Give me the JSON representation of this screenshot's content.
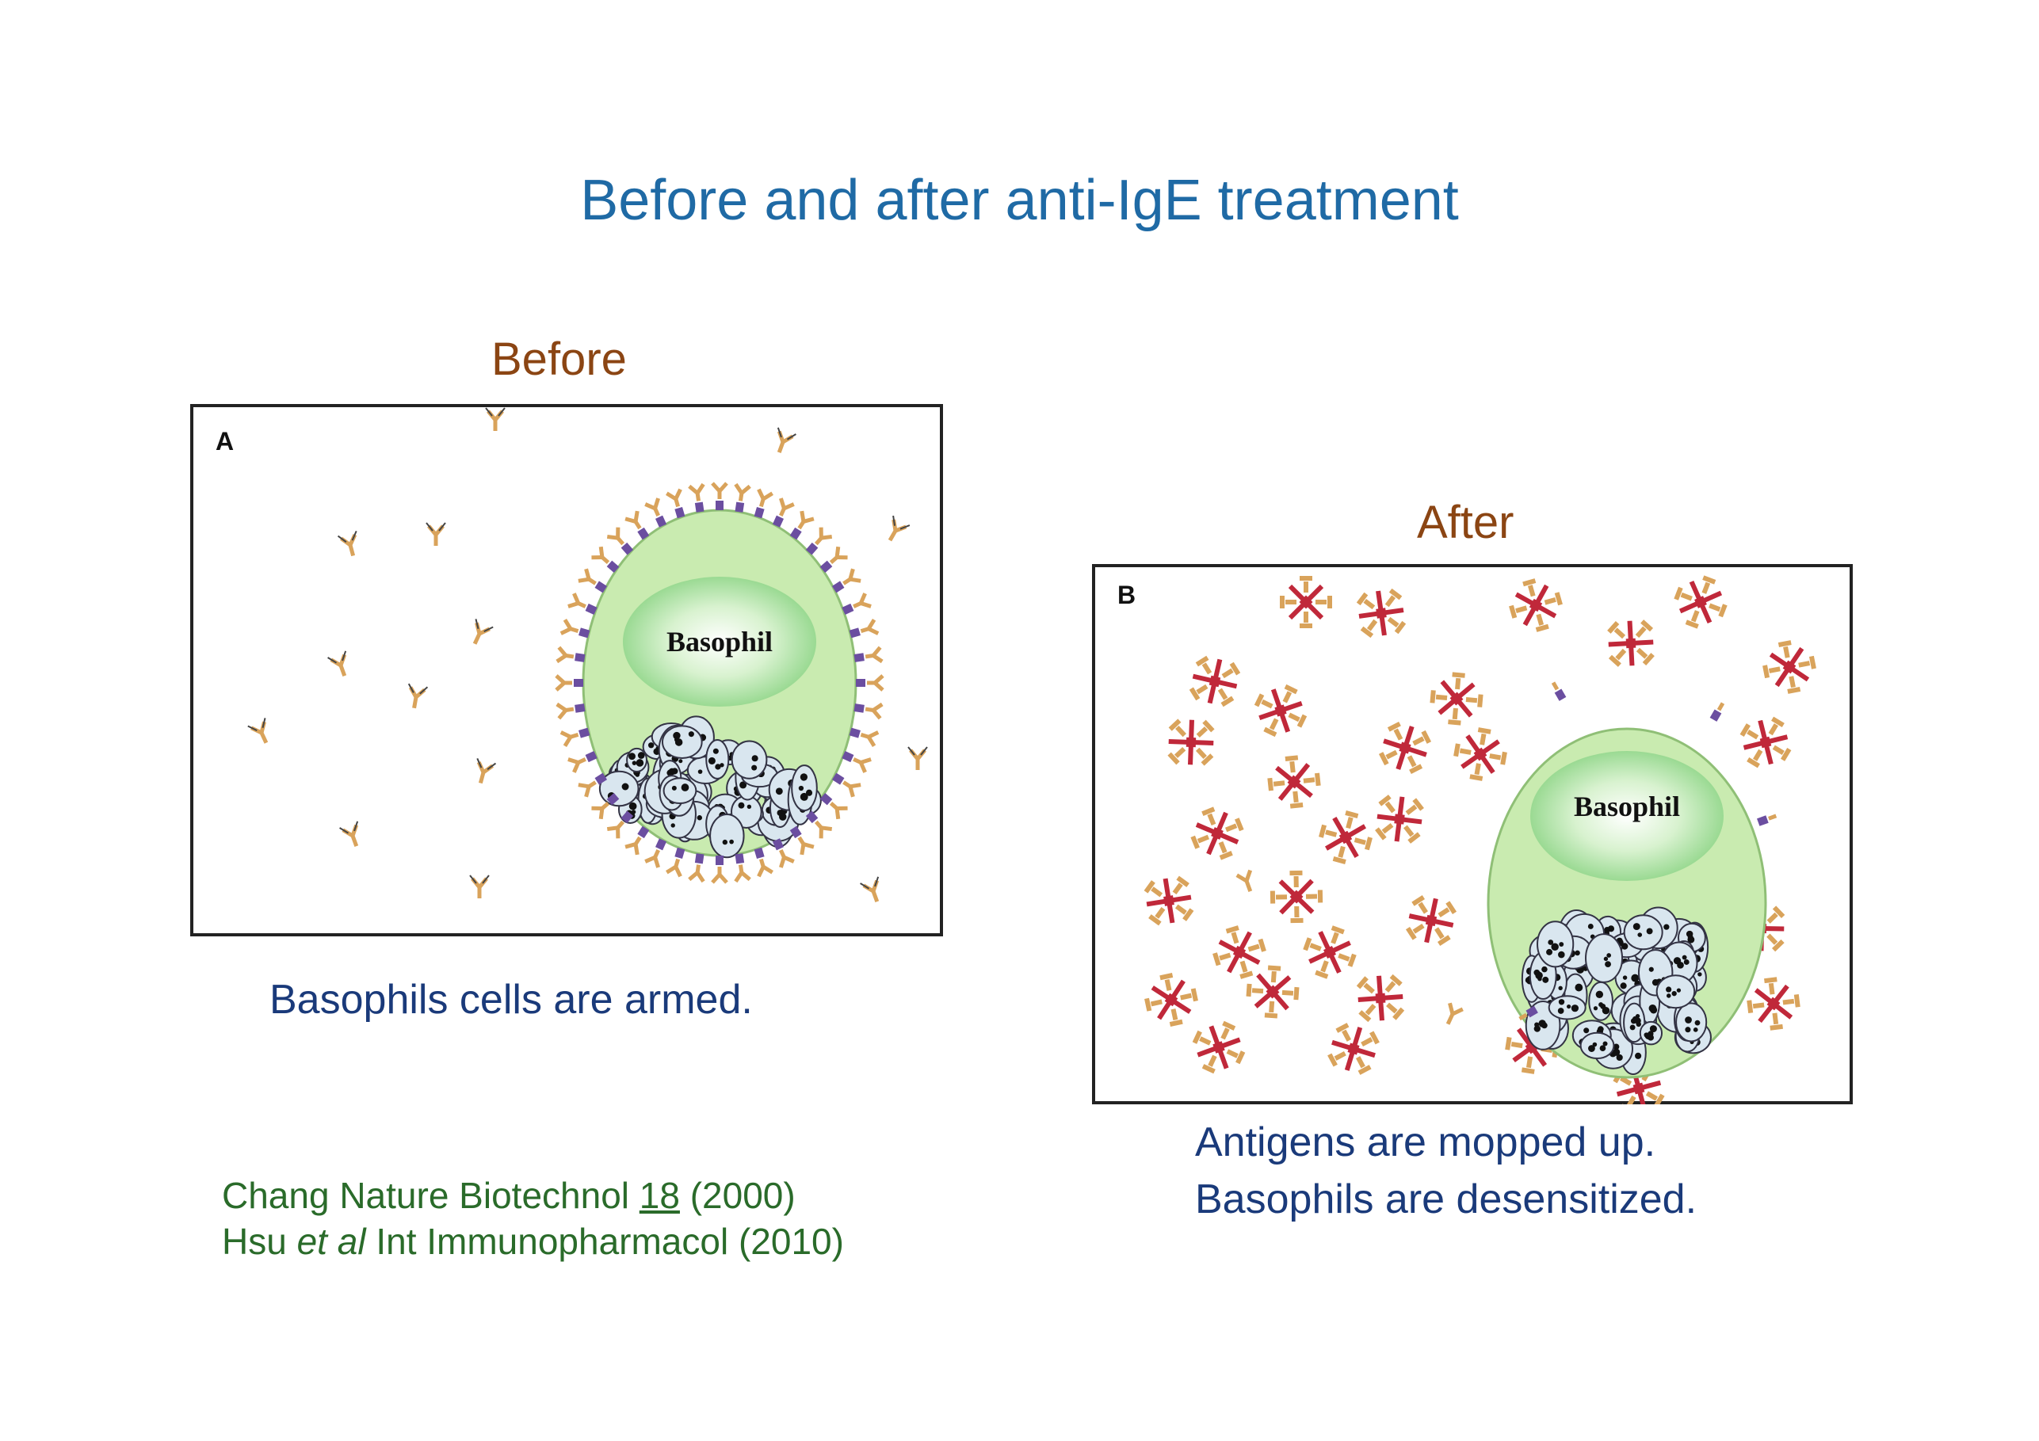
{
  "title": "Before and after anti-IgE treatment",
  "panels": [
    {
      "heading": "Before",
      "letter": "A",
      "cell_label": "Basophil",
      "caption": "Basophils cells are armed."
    },
    {
      "heading": "After",
      "letter": "B",
      "cell_label": "Basophil",
      "caption_lines": [
        "Antigens are mopped up.",
        "Basophils are desensitized."
      ]
    }
  ],
  "references": [
    {
      "pre": "Chang Nature Biotechnol ",
      "volume": "18",
      "post": " (2000)"
    },
    {
      "pre": "Hsu ",
      "italic": "et al",
      "post": " Int Immunopharmacol (2010)"
    }
  ],
  "colors": {
    "title": "#1f6aa5",
    "heading": "#8b4513",
    "caption": "#1a3a7a",
    "reference": "#2a6b2a",
    "cell": "#c9ebb0",
    "nucleus": "#8fd68a",
    "antibody": "#d9a35b",
    "receptor": "#6b4ea0",
    "antigen": "#c0283a"
  }
}
